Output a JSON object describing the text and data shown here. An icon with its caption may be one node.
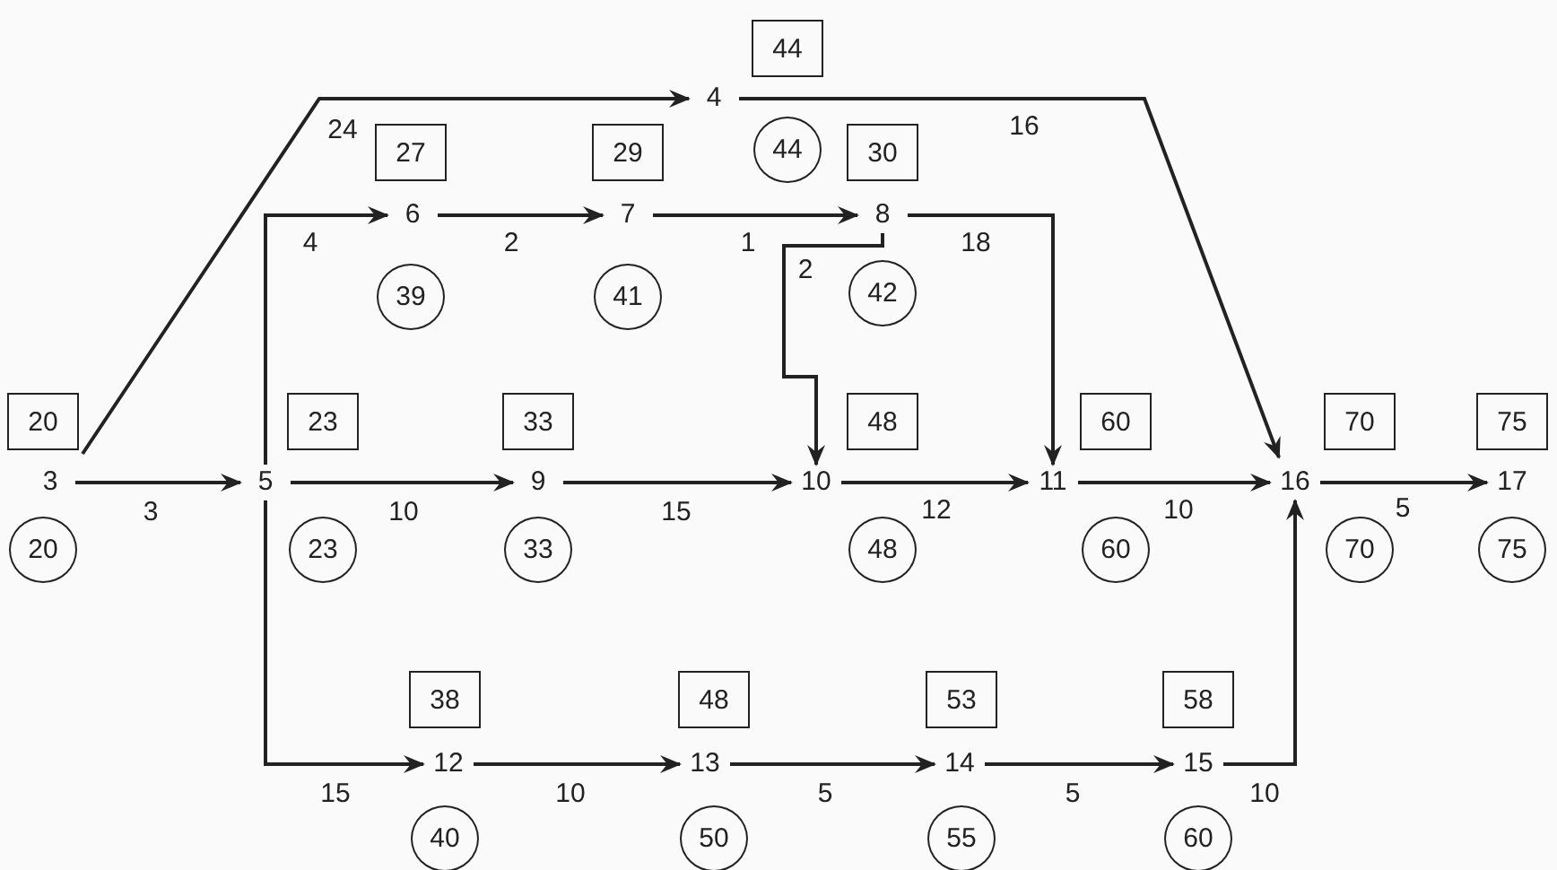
{
  "diagram": {
    "nodes": [
      {
        "text": [
          "20"
        ]
      },
      {
        "text": [
          "3"
        ]
      },
      {
        "text": [
          "20"
        ]
      },
      {
        "text": [
          "44"
        ]
      },
      {
        "text": [
          "4"
        ]
      },
      {
        "text": [
          "44"
        ]
      },
      {
        "text": [
          "23"
        ]
      },
      {
        "text": [
          "5"
        ]
      },
      {
        "text": [
          "23"
        ]
      },
      {
        "text": [
          "27"
        ]
      },
      {
        "text": [
          "6"
        ]
      },
      {
        "text": [
          "39"
        ]
      },
      {
        "text": [
          "29"
        ]
      },
      {
        "text": [
          "7"
        ]
      },
      {
        "text": [
          "41"
        ]
      },
      {
        "text": [
          "30"
        ]
      },
      {
        "text": [
          "8"
        ]
      },
      {
        "text": [
          "42"
        ]
      },
      {
        "text": [
          "33"
        ]
      },
      {
        "text": [
          "9"
        ]
      },
      {
        "text": [
          "33"
        ]
      },
      {
        "text": [
          "48"
        ]
      },
      {
        "text": [
          "10"
        ]
      },
      {
        "text": [
          "48"
        ]
      },
      {
        "text": [
          "60"
        ]
      },
      {
        "text": [
          "11"
        ]
      },
      {
        "text": [
          "60"
        ]
      },
      {
        "text": [
          "38"
        ]
      },
      {
        "text": [
          "12"
        ]
      },
      {
        "text": [
          "40"
        ]
      },
      {
        "text": [
          "48"
        ]
      },
      {
        "text": [
          "13"
        ]
      },
      {
        "text": [
          "50"
        ]
      },
      {
        "text": [
          "53"
        ]
      },
      {
        "text": [
          "14"
        ]
      },
      {
        "text": [
          "55"
        ]
      },
      {
        "text": [
          "58"
        ]
      },
      {
        "text": [
          "15"
        ]
      },
      {
        "text": [
          "60"
        ]
      },
      {
        "text": [
          "70"
        ]
      },
      {
        "text": [
          "16"
        ]
      },
      {
        "text": [
          "70"
        ]
      },
      {
        "text": [
          "75"
        ]
      },
      {
        "text": [
          "17"
        ]
      },
      {
        "text": [
          "75"
        ]
      }
    ],
    "edges": [
      {
        "from": 1,
        "to": 4,
        "arrow": "to",
        "label": "24"
      },
      {
        "from": 1,
        "to": 7,
        "arrow": "to",
        "label": "3"
      },
      {
        "from": 4,
        "to": 40,
        "arrow": "to",
        "label": "16"
      },
      {
        "from": 7,
        "to": 10,
        "arrow": "to",
        "label": "4"
      },
      {
        "from": 7,
        "to": 19,
        "arrow": "to",
        "label": "10"
      },
      {
        "from": 7,
        "to": 28,
        "arrow": "to",
        "label": "15"
      },
      {
        "from": 10,
        "to": 13,
        "arrow": "to",
        "label": "2"
      },
      {
        "from": 13,
        "to": 16,
        "arrow": "to",
        "label": "1"
      },
      {
        "from": 16,
        "to": 22,
        "arrow": "to",
        "label": "2"
      },
      {
        "from": 16,
        "to": 25,
        "arrow": "to",
        "label": "18"
      },
      {
        "from": 19,
        "to": 22,
        "arrow": "to",
        "label": "15"
      },
      {
        "from": 22,
        "to": 25,
        "arrow": "to",
        "label": "12"
      },
      {
        "from": 25,
        "to": 40,
        "arrow": "to",
        "label": "10"
      },
      {
        "from": 40,
        "to": 43,
        "arrow": "to",
        "label": "5"
      },
      {
        "from": 28,
        "to": 31,
        "arrow": "to",
        "label": "10"
      },
      {
        "from": 31,
        "to": 34,
        "arrow": "to",
        "label": "5"
      },
      {
        "from": 34,
        "to": 37,
        "arrow": "to",
        "label": "5"
      },
      {
        "from": 37,
        "to": 40,
        "arrow": "to",
        "label": "10"
      }
    ]
  }
}
